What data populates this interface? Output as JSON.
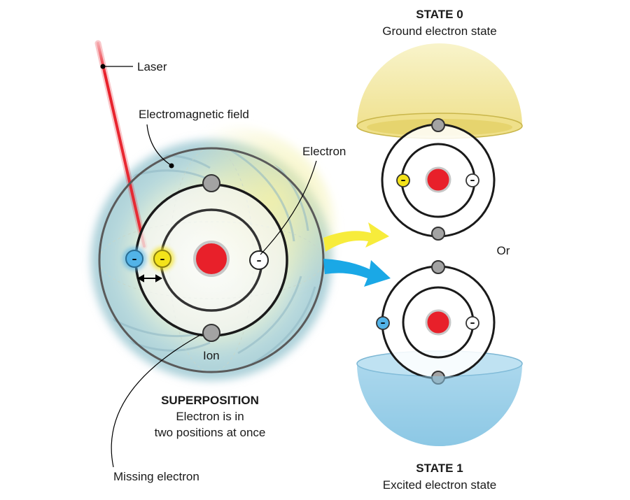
{
  "labels": {
    "laser": "Laser",
    "field": "Electromagnetic field",
    "electron": "Electron",
    "ion": "Ion",
    "missing": "Missing electron",
    "or": "Or"
  },
  "superposition": {
    "title": "SUPERPOSITION",
    "line1": "Electron is in",
    "line2": "two positions at once"
  },
  "state0": {
    "title": "STATE 0",
    "subtitle": "Ground electron state"
  },
  "state1": {
    "title": "STATE 1",
    "subtitle": "Excited electron state"
  },
  "electron_symbol": "–",
  "colors": {
    "nucleus": "#e8202a",
    "electron_white": "#ffffff",
    "electron_yellow": "#f4e31a",
    "electron_blue": "#52b3e8",
    "laser": "#e8202a",
    "arrow_yellow": "#f7ec3b",
    "arrow_blue": "#1aa8e6",
    "dome_yellow": "#f3eaa0",
    "dome_blue": "#9fd3ec"
  }
}
